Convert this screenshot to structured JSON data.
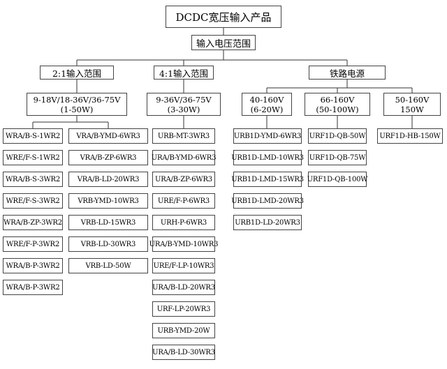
{
  "root": "DCDC宽压输入产品",
  "level1": "输入电压范围",
  "groups": [
    {
      "label": "2:1输入范围",
      "specs": [
        {
          "line1": "9-18V/18-36V/36-75V",
          "line2": "(1-50W)",
          "columns": [
            [
              "WRA/B-S-1WR2",
              "WRE/F-S-1WR2",
              "WRA/B-S-3WR2",
              "WRE/F-S-3WR2",
              "WRA/B-ZP-3WR2",
              "WRE/F-P-3WR2",
              "WRA/B-P-3WR2",
              "WRA/B-P-3WR2"
            ],
            [
              "VRA/B-YMD-6WR3",
              "VRA/B-ZP-6WR3",
              "VRA/B-LD-20WR3",
              "VRB-YMD-10WR3",
              "VRB-LD-15WR3",
              "VRB-LD-30WR3",
              "VRB-LD-50W"
            ]
          ]
        }
      ]
    },
    {
      "label": "4:1输入范围",
      "specs": [
        {
          "line1": "9-36V/36-75V",
          "line2": "(3-30W)",
          "columns": [
            [
              "URB-MT-3WR3",
              "URA/B-YMD-6WR3",
              "URA/B-ZP-6WR3",
              "URE/F-P-6WR3",
              "URH-P-6WR3",
              "URA/B-YMD-10WR3",
              "URE/F-LP-10WR3",
              "URA/B-LD-20WR3",
              "URF-LP-20WR3",
              "URB-YMD-20W",
              "URA/B-LD-30WR3"
            ]
          ]
        }
      ]
    },
    {
      "label": "铁路电源",
      "specs": [
        {
          "line1": "40-160V",
          "line2": "(6-20W)",
          "columns": [
            [
              "URB1D-YMD-6WR3",
              "URB1D-LMD-10WR3",
              "URB1D-LMD-15WR3",
              "URB1D-LMD-20WR3",
              "URB1D-LD-20WR3"
            ]
          ]
        },
        {
          "line1": "66-160V",
          "line2": "(50-100W)",
          "columns": [
            [
              "URF1D-QB-50W",
              "URF1D-QB-75W",
              "URF1D-QB-100W"
            ]
          ]
        },
        {
          "line1": "50-160V",
          "line2": "150W",
          "columns": [
            [
              "URF1D-HB-150W"
            ]
          ]
        }
      ]
    }
  ]
}
